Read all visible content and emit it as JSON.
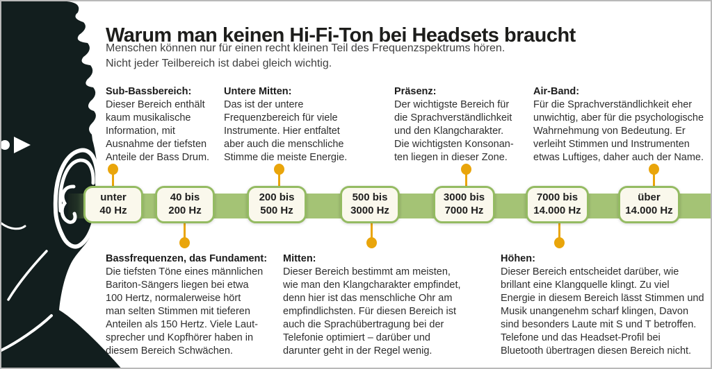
{
  "header": {
    "title": "Warum man keinen Hi-Fi-Ton bei Headsets braucht",
    "subtitle": "Menschen können nur für einen recht kleinen Teil des Frequenzspektrums hören.\nNicht jeder Teilbereich ist dabei gleich wichtig."
  },
  "colors": {
    "band_green": "#a4c375",
    "box_border_green": "#94bb62",
    "box_fill_cream": "#faf8ec",
    "connector_orange": "#e9a50b",
    "silhouette_dark": "#121e1e"
  },
  "timeline": {
    "bands": [
      {
        "label": "unter\n40 Hz"
      },
      {
        "label": "40 bis\n200 Hz"
      },
      {
        "label": "200 bis\n500 Hz"
      },
      {
        "label": "500 bis\n3000 Hz"
      },
      {
        "label": "3000 bis\n7000 Hz"
      },
      {
        "label": "7000 bis\n14.000 Hz"
      },
      {
        "label": "über\n14.000 Hz"
      }
    ]
  },
  "annotations_top": [
    {
      "title": "Sub-Bassbereich:",
      "text": "Dieser Bereich enthält\nkaum musikalische\nInformation, mit\nAusnahme der tiefsten\nAnteile der Bass Drum."
    },
    {
      "title": "Untere Mitten:",
      "text": "Das ist der untere\nFrequenzbereich für viele\nInstrumente. Hier entfaltet\naber auch die menschliche\nStimme die meiste Energie."
    },
    {
      "title": "Präsenz:",
      "text": "Der wichtigste Bereich für\ndie Sprachverständlichkeit\nund den Klangcharakter.\nDie wichtigsten Konsonan-\nten liegen in dieser Zone."
    },
    {
      "title": "Air-Band:",
      "text": "Für die Sprachverständlichkeit eher\nunwichtig, aber für die psychologische\nWahrnehmung von Bedeutung. Er\nverleiht Stimmen und Instrumenten\netwas Luftiges, daher auch der Name."
    }
  ],
  "annotations_bottom": [
    {
      "title": "Bassfrequenzen, das Fundament:",
      "text": "Die tiefsten Töne eines männlichen\nBariton-Sängers liegen bei etwa\n100 Hertz, normalerweise hört\nman selten Stimmen mit tieferen\nAnteilen als 150 Hertz. Viele Laut-\nsprecher und Kopfhörer haben in\ndiesem Bereich Schwächen."
    },
    {
      "title": "Mitten:",
      "text": "Dieser Bereich bestimmt am meisten,\nwie man den Klangcharakter empfindet,\ndenn hier ist das menschliche Ohr am\nempfindlichsten. Für diesen Bereich ist\nauch die Sprachübertragung bei der\nTelefonie optimiert – darüber und\ndarunter geht in der Regel wenig."
    },
    {
      "title": "Höhen:",
      "text": "Dieser Bereich entscheidet darüber, wie\nbrillant eine Klangquelle klingt. Zu viel\nEnergie in diesem Bereich lässt Stimmen und\nMusik unangenehm scharf klingen, Davon\nsind besonders Laute mit S und T betroffen.\nTelefone und das Headset-Profil bei\nBluetooth übertragen diesen Bereich nicht."
    }
  ]
}
